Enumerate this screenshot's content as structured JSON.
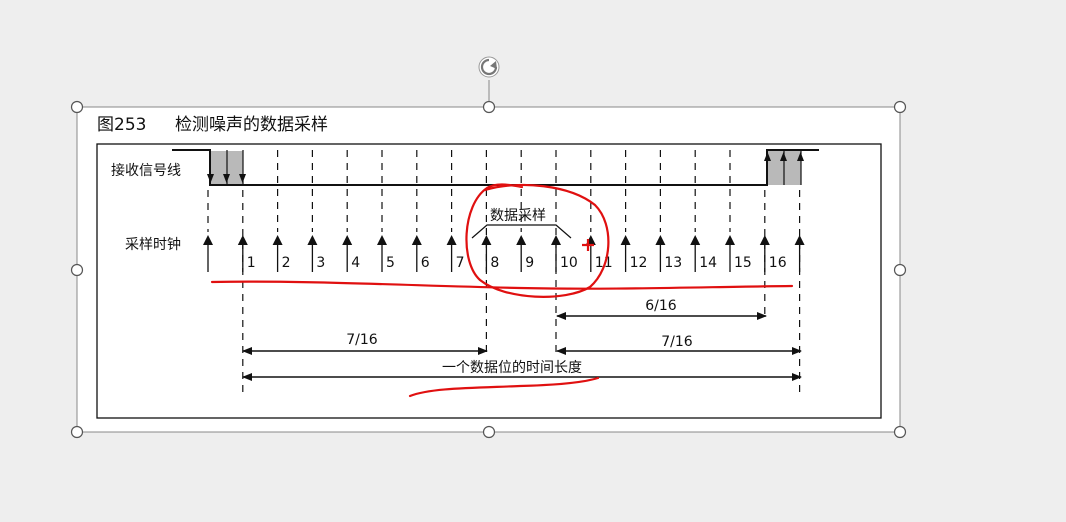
{
  "figure": {
    "number": "图253",
    "title": "检测噪声的数据采样"
  },
  "labels": {
    "rx_line": "接收信号线",
    "sample_clock": "采样时钟",
    "data_sampling": "数据采样",
    "one_bit_duration": "一个数据位的时间长度"
  },
  "clock_numbers": [
    "1",
    "2",
    "3",
    "4",
    "5",
    "6",
    "7",
    "8",
    "9",
    "10",
    "11",
    "12",
    "13",
    "14",
    "15",
    "16"
  ],
  "spans": {
    "left_7_16": "7/16",
    "right_7_16": "7/16",
    "mid_6_16": "6/16"
  },
  "colors": {
    "background": "#eeeeee",
    "slide": "#ffffff",
    "ink": "#111111",
    "annotation": "#e01010",
    "handle_stroke": "#555555"
  }
}
